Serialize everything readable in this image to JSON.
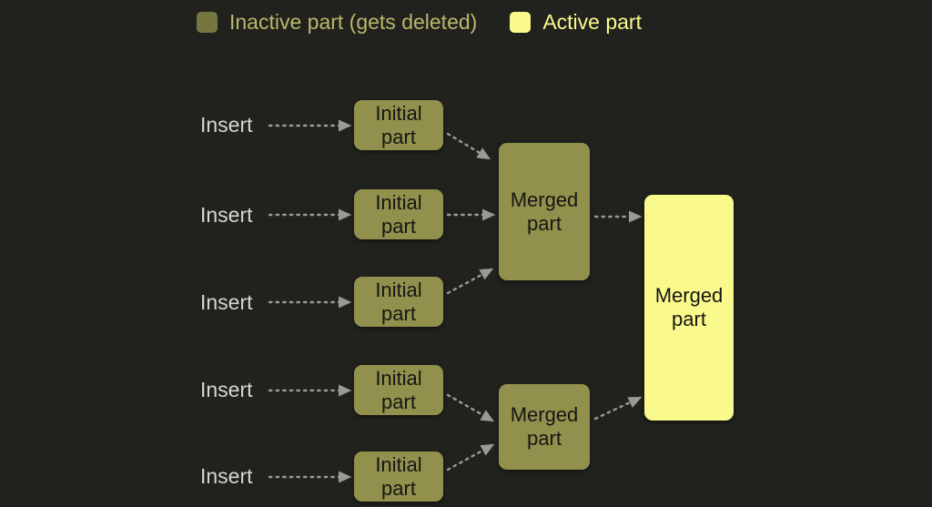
{
  "legend": {
    "items": [
      {
        "label": "Inactive part (gets deleted)",
        "color": "#767640",
        "text_color": "#b8b86a",
        "swatch": "inactive-swatch"
      },
      {
        "label": "Active part",
        "color": "#fafa8c",
        "text_color": "#fafa8c",
        "swatch": "active-swatch"
      }
    ]
  },
  "theme": {
    "background": "#21211e",
    "inactive_fill": "#91914d",
    "active_fill": "#fafa8c",
    "node_text": "#161614",
    "insert_text": "#d6d6d2",
    "arrow": "#9a9a95"
  },
  "inserts": [
    {
      "label": "Insert"
    },
    {
      "label": "Insert"
    },
    {
      "label": "Insert"
    },
    {
      "label": "Insert"
    },
    {
      "label": "Insert"
    }
  ],
  "initial_parts": [
    {
      "line1": "Initial",
      "line2": "part",
      "state": "inactive"
    },
    {
      "line1": "Initial",
      "line2": "part",
      "state": "inactive"
    },
    {
      "line1": "Initial",
      "line2": "part",
      "state": "inactive"
    },
    {
      "line1": "Initial",
      "line2": "part",
      "state": "inactive"
    },
    {
      "line1": "Initial",
      "line2": "part",
      "state": "inactive"
    }
  ],
  "merged_parts": [
    {
      "line1": "Merged",
      "line2": "part",
      "state": "inactive"
    },
    {
      "line1": "Merged",
      "line2": "part",
      "state": "inactive"
    }
  ],
  "final_part": {
    "line1": "Merged",
    "line2": "part",
    "state": "active"
  }
}
